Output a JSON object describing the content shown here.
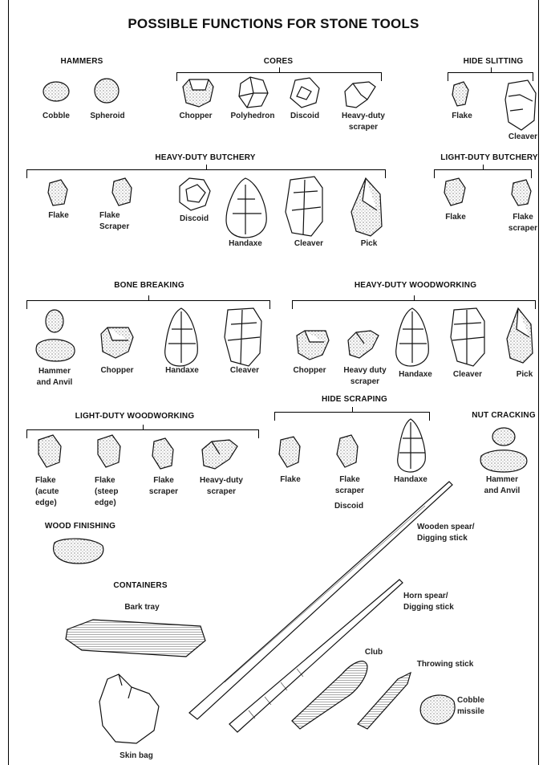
{
  "title": "POSSIBLE FUNCTIONS FOR STONE TOOLS",
  "sections": {
    "hammers": {
      "heading": "HAMMERS",
      "items": [
        "Cobble",
        "Spheroid"
      ]
    },
    "cores": {
      "heading": "CORES",
      "items": [
        "Chopper",
        "Polyhedron",
        "Discoid",
        "Heavy-duty\nscraper"
      ]
    },
    "hide_slitting": {
      "heading": "HIDE SLITTING",
      "items": [
        "Flake",
        "Cleaver"
      ]
    },
    "heavy_duty_butchery": {
      "heading": "HEAVY-DUTY BUTCHERY",
      "items": [
        "Flake",
        "Flake\nScraper",
        "Discoid",
        "Handaxe",
        "Cleaver",
        "Pick"
      ]
    },
    "light_duty_butchery": {
      "heading": "LIGHT-DUTY BUTCHERY",
      "items": [
        "Flake",
        "Flake\nscraper"
      ]
    },
    "bone_breaking": {
      "heading": "BONE BREAKING",
      "items": [
        "Hammer\nand Anvil",
        "Chopper",
        "Handaxe",
        "Cleaver"
      ]
    },
    "heavy_duty_woodworking": {
      "heading": "HEAVY-DUTY WOODWORKING",
      "items": [
        "Chopper",
        "Heavy duty\nscraper",
        "Handaxe",
        "Cleaver",
        "Pick"
      ]
    },
    "light_duty_woodworking": {
      "heading": "LIGHT-DUTY WOODWORKING",
      "items": [
        "Flake\n(acute\nedge)",
        "Flake\n(steep\nedge)",
        "Flake\nscraper",
        "Heavy-duty\nscraper"
      ]
    },
    "hide_scraping": {
      "heading": "HIDE SCRAPING",
      "items": [
        "Flake",
        "Flake\nscraper",
        "Handaxe",
        "Discoid"
      ]
    },
    "nut_cracking": {
      "heading": "NUT CRACKING",
      "items": [
        "Hammer\nand Anvil"
      ]
    },
    "wood_finishing": {
      "heading": "WOOD FINISHING"
    },
    "containers": {
      "heading": "CONTAINERS",
      "items": [
        "Bark tray",
        "Skin bag"
      ]
    },
    "wooden_tools": {
      "items": [
        "Wooden spear/\nDigging stick",
        "Horn spear/\nDigging stick",
        "Club",
        "Throwing stick",
        "Cobble\nmissile"
      ]
    }
  }
}
